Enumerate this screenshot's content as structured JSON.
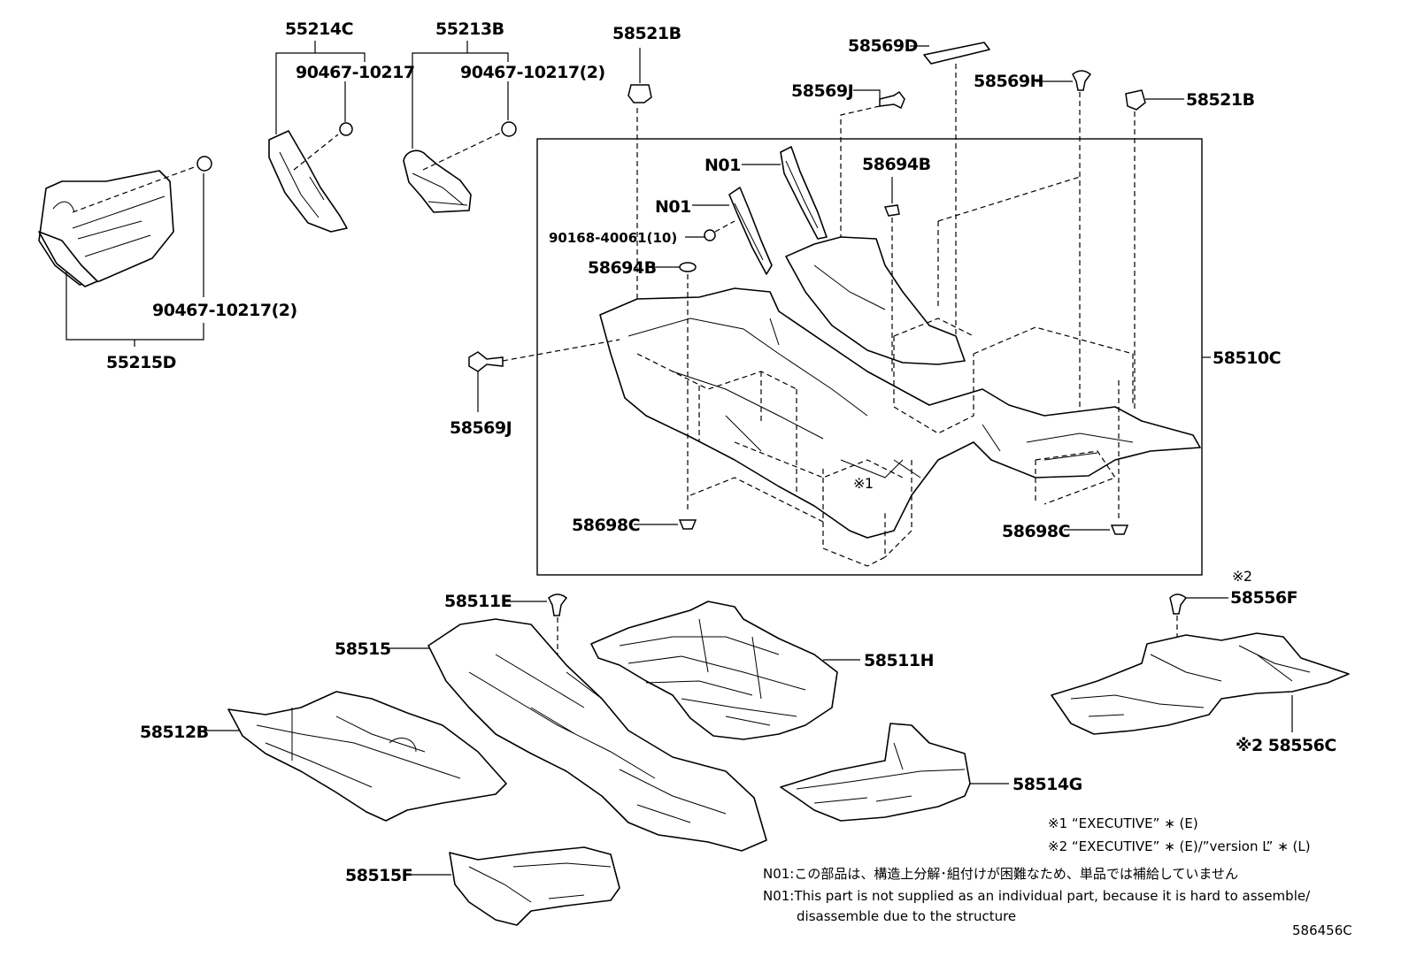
{
  "labels": {
    "p55214C": "55214C",
    "p55213B": "55213B",
    "p90467a": "90467-10217",
    "p90467b": "90467-10217(2)",
    "p90467c": "90467-10217(2)",
    "p55215D": "55215D",
    "p58521B_l": "58521B",
    "p58521B_r": "58521B",
    "p58569D": "58569D",
    "p58569J_t": "58569J",
    "p58569H": "58569H",
    "p58569J_l": "58569J",
    "pN01_a": "N01",
    "pN01_b": "N01",
    "p90168": "90168-40061(10)",
    "p58694B_l": "58694B",
    "p58694B_r": "58694B",
    "p58510C": "58510C",
    "p58698C_l": "58698C",
    "p58698C_r": "58698C",
    "mark1": "※1",
    "mark2_top": "※2",
    "p58511E": "58511E",
    "p58515": "58515",
    "p58511H": "58511H",
    "p58556F": "58556F",
    "p58512B": "58512B",
    "p58556C": "※2 58556C",
    "p58514G": "58514G",
    "p58515F": "58515F"
  },
  "notes": {
    "n1": "※1 “EXECUTIVE” ∗ (E)",
    "n2": "※2 “EXECUTIVE” ∗ (E)/”version L” ∗ (L)",
    "n3": "N01:この部品は、構造上分解･組付けが困難なため、単品では補給していません",
    "n4": "N01:This part is not supplied as an individual part, because it is hard to assemble/",
    "n5": "disassemble due to the structure"
  },
  "drawing_id": "586456C"
}
